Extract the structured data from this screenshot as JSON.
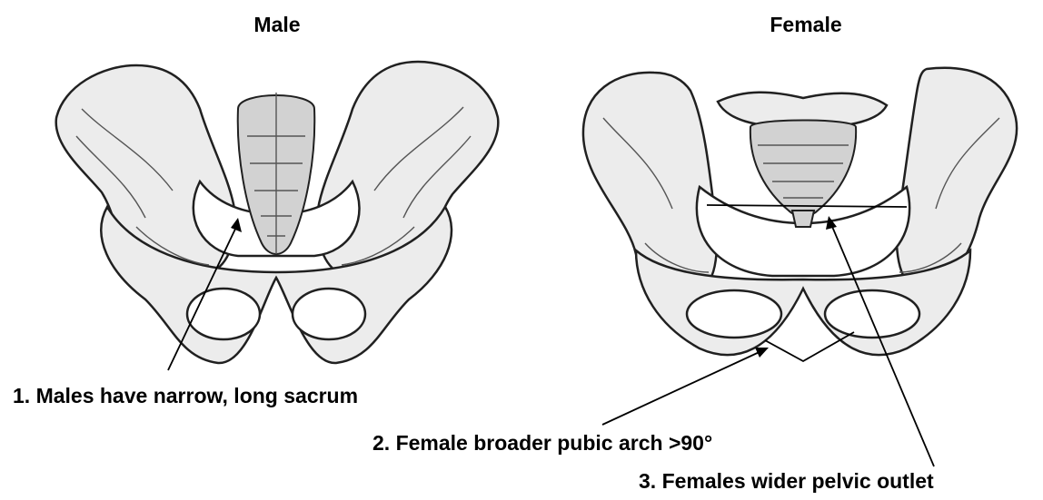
{
  "headings": {
    "male": "Male",
    "female": "Female"
  },
  "captions": [
    "1.  Males have narrow, long sacrum",
    "2.  Female broader pubic arch >90°",
    "3.  Females wider pelvic outlet"
  ]
}
